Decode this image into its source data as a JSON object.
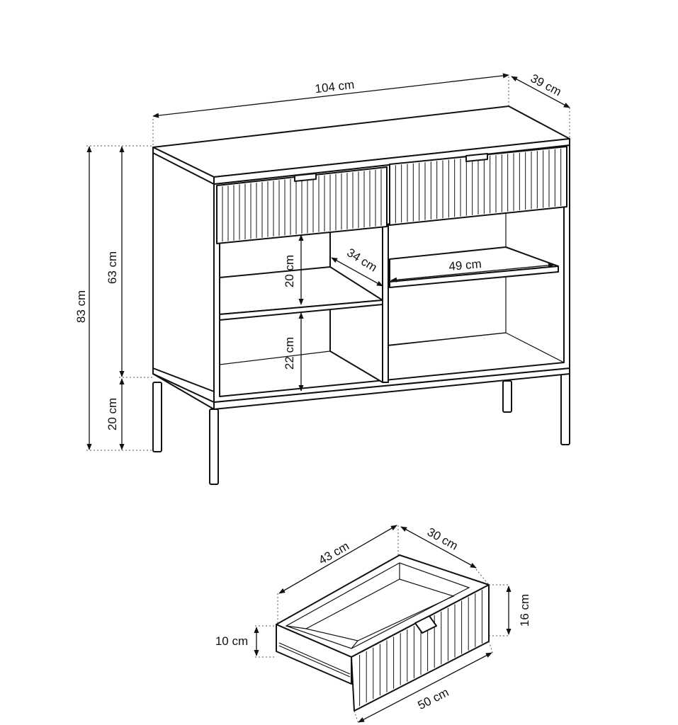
{
  "sideboard": {
    "width_label": "104 cm",
    "depth_label": "39 cm",
    "total_height_label": "83 cm",
    "body_height_label": "63 cm",
    "leg_height_label": "20 cm",
    "shelf_depth_label": "34 cm",
    "shelf_width_label": "49 cm",
    "upper_gap_label": "20 cm",
    "lower_gap_label": "22 cm"
  },
  "drawer": {
    "inner_width_label": "43 cm",
    "inner_depth_label": "30 cm",
    "front_height_label": "16 cm",
    "side_height_label": "10 cm",
    "front_width_label": "50 cm"
  }
}
